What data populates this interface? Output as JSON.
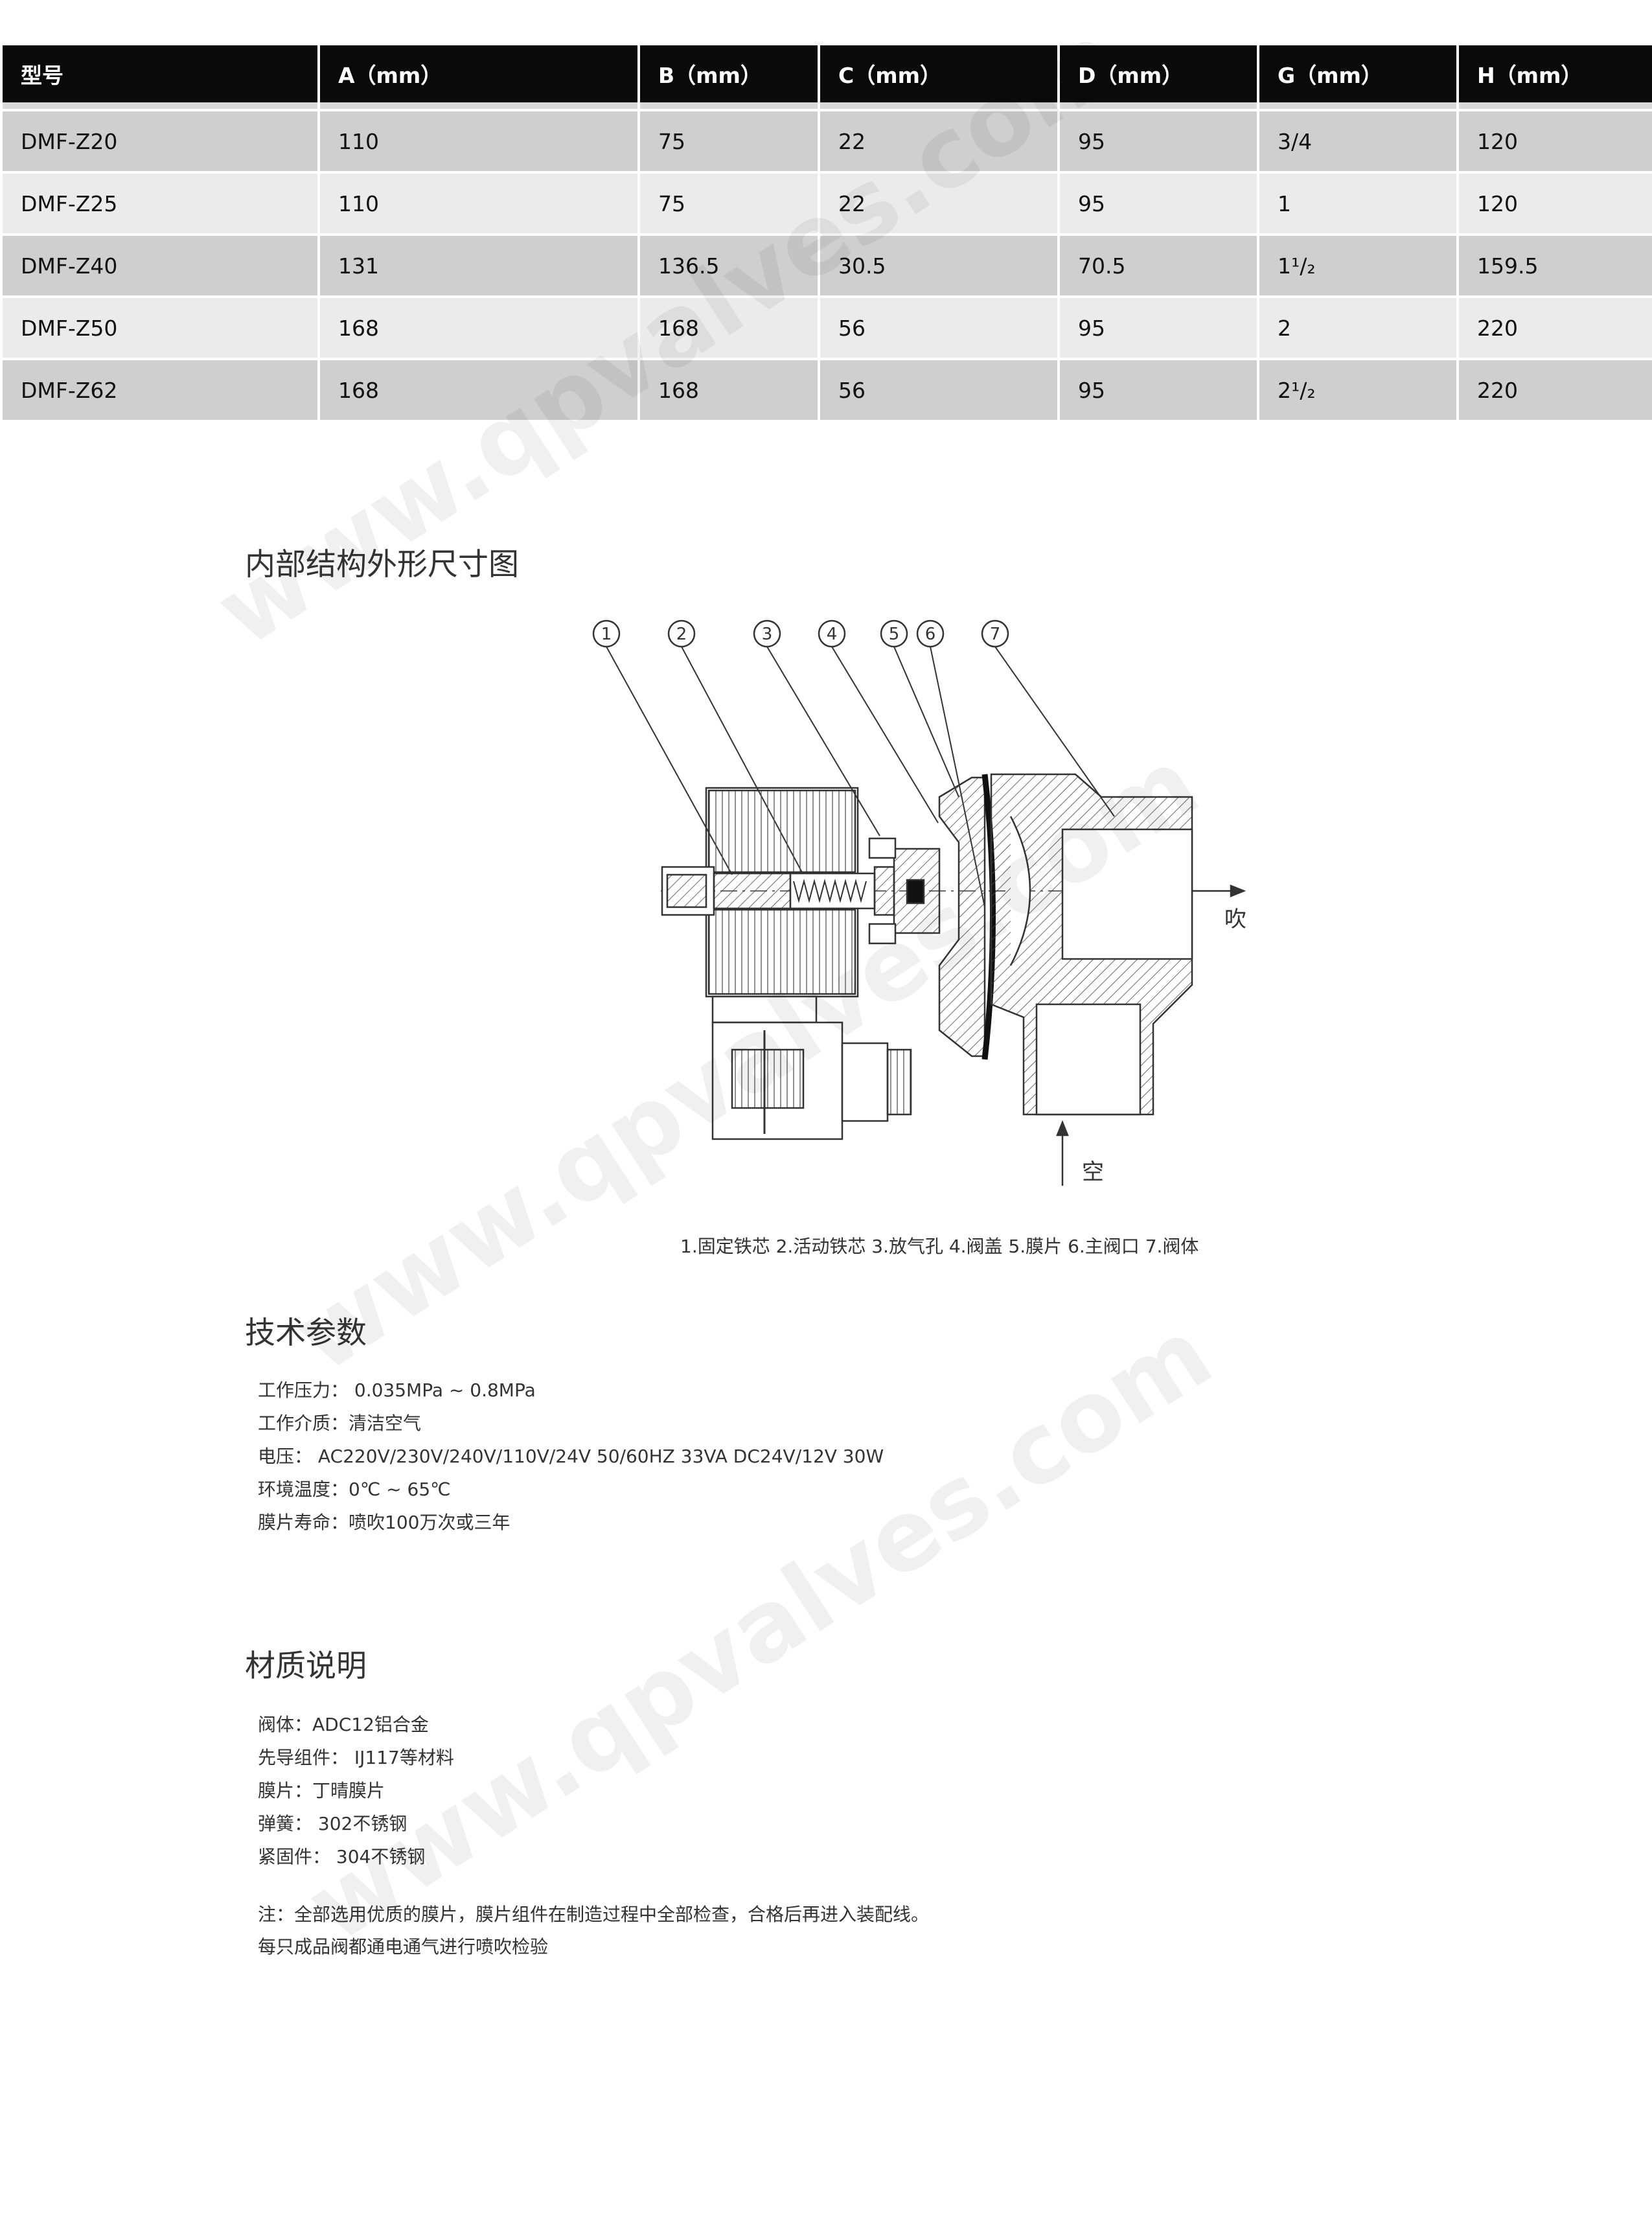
{
  "table": {
    "headers": [
      "型号",
      "A（mm）",
      "B（mm）",
      "C（mm）",
      "D（mm）",
      "G（mm）",
      "H（mm）"
    ],
    "rows": [
      [
        "DMF-Z20",
        "110",
        "75",
        "22",
        "95",
        "3/4",
        "120"
      ],
      [
        "DMF-Z25",
        "110",
        "75",
        "22",
        "95",
        "1",
        "120"
      ],
      [
        "DMF-Z40",
        "131",
        "136.5",
        "30.5",
        "70.5",
        "1¹/₂",
        "159.5"
      ],
      [
        "DMF-Z50",
        "168",
        "168",
        "56",
        "95",
        "2",
        "220"
      ],
      [
        "DMF-Z62",
        "168",
        "168",
        "56",
        "95",
        "2¹/₂",
        "220"
      ]
    ]
  },
  "structure": {
    "title": "内部结构外形尺寸图",
    "callouts": [
      "1",
      "2",
      "3",
      "4",
      "5",
      "6",
      "7"
    ],
    "label_blow": "吹",
    "label_air": "空",
    "caption": "1.固定铁芯  2.活动铁芯  3.放气孔  4.阀盖  5.膜片  6.主阀口  7.阀体"
  },
  "tech": {
    "title": "技术参数",
    "lines": [
      "工作压力： 0.035MPa ~ 0.8MPa",
      "工作介质：清洁空气",
      "电压： AC220V/230V/240V/110V/24V   50/60HZ   33VA  DC24V/12V   30W",
      "环境温度：0℃ ~ 65℃",
      "膜片寿命：喷吹100万次或三年"
    ]
  },
  "material": {
    "title": "材质说明",
    "lines": [
      "阀体：ADC12铝合金",
      "先导组件： IJ117等材料",
      "膜片：丁晴膜片",
      "弹簧： 302不锈钢",
      "紧固件： 304不锈钢"
    ]
  },
  "note": {
    "lines": [
      "注：全部选用优质的膜片，膜片组件在制造过程中全部检查，合格后再进入装配线。",
      "每只成品阀都通电通气进行喷吹检验"
    ]
  },
  "watermark": "www.qpvalves.com"
}
